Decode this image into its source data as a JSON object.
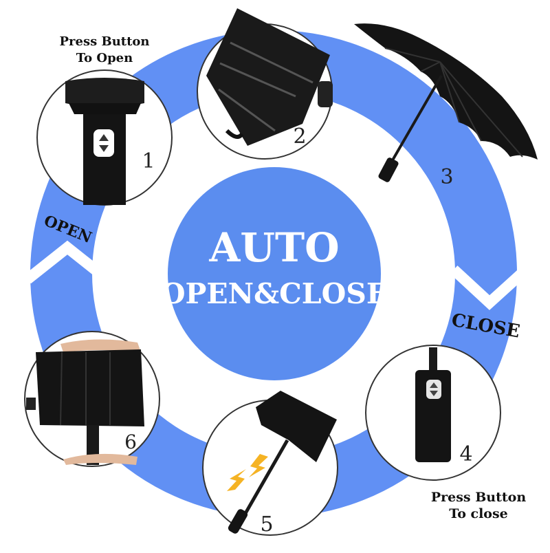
{
  "center": {
    "title_line1": "AUTO",
    "title_line2": "OPEN&CLOSE"
  },
  "ring": {
    "open_label": "OPEN",
    "close_label": "CLOSE"
  },
  "captions": {
    "open_line1": "Press Button",
    "open_line2": "To Open",
    "close_line1": "Press Button",
    "close_line2": "To close"
  },
  "steps": [
    {
      "number": "1"
    },
    {
      "number": "2"
    },
    {
      "number": "3"
    },
    {
      "number": "4"
    },
    {
      "number": "5"
    },
    {
      "number": "6"
    }
  ],
  "colors": {
    "ring_blue": "#6190F4",
    "center_blue": "#5B8DEF",
    "canopy_black": "#151515",
    "arrow_yellow": "#F5B324"
  },
  "icons": {
    "step_1": "button-handle-icon",
    "step_2": "folded-umbrella-icon",
    "step_3": "open-umbrella-icon",
    "step_4": "handle-button-icon",
    "step_5": "closing-umbrella-icon",
    "step_6": "compress-umbrella-icon"
  }
}
